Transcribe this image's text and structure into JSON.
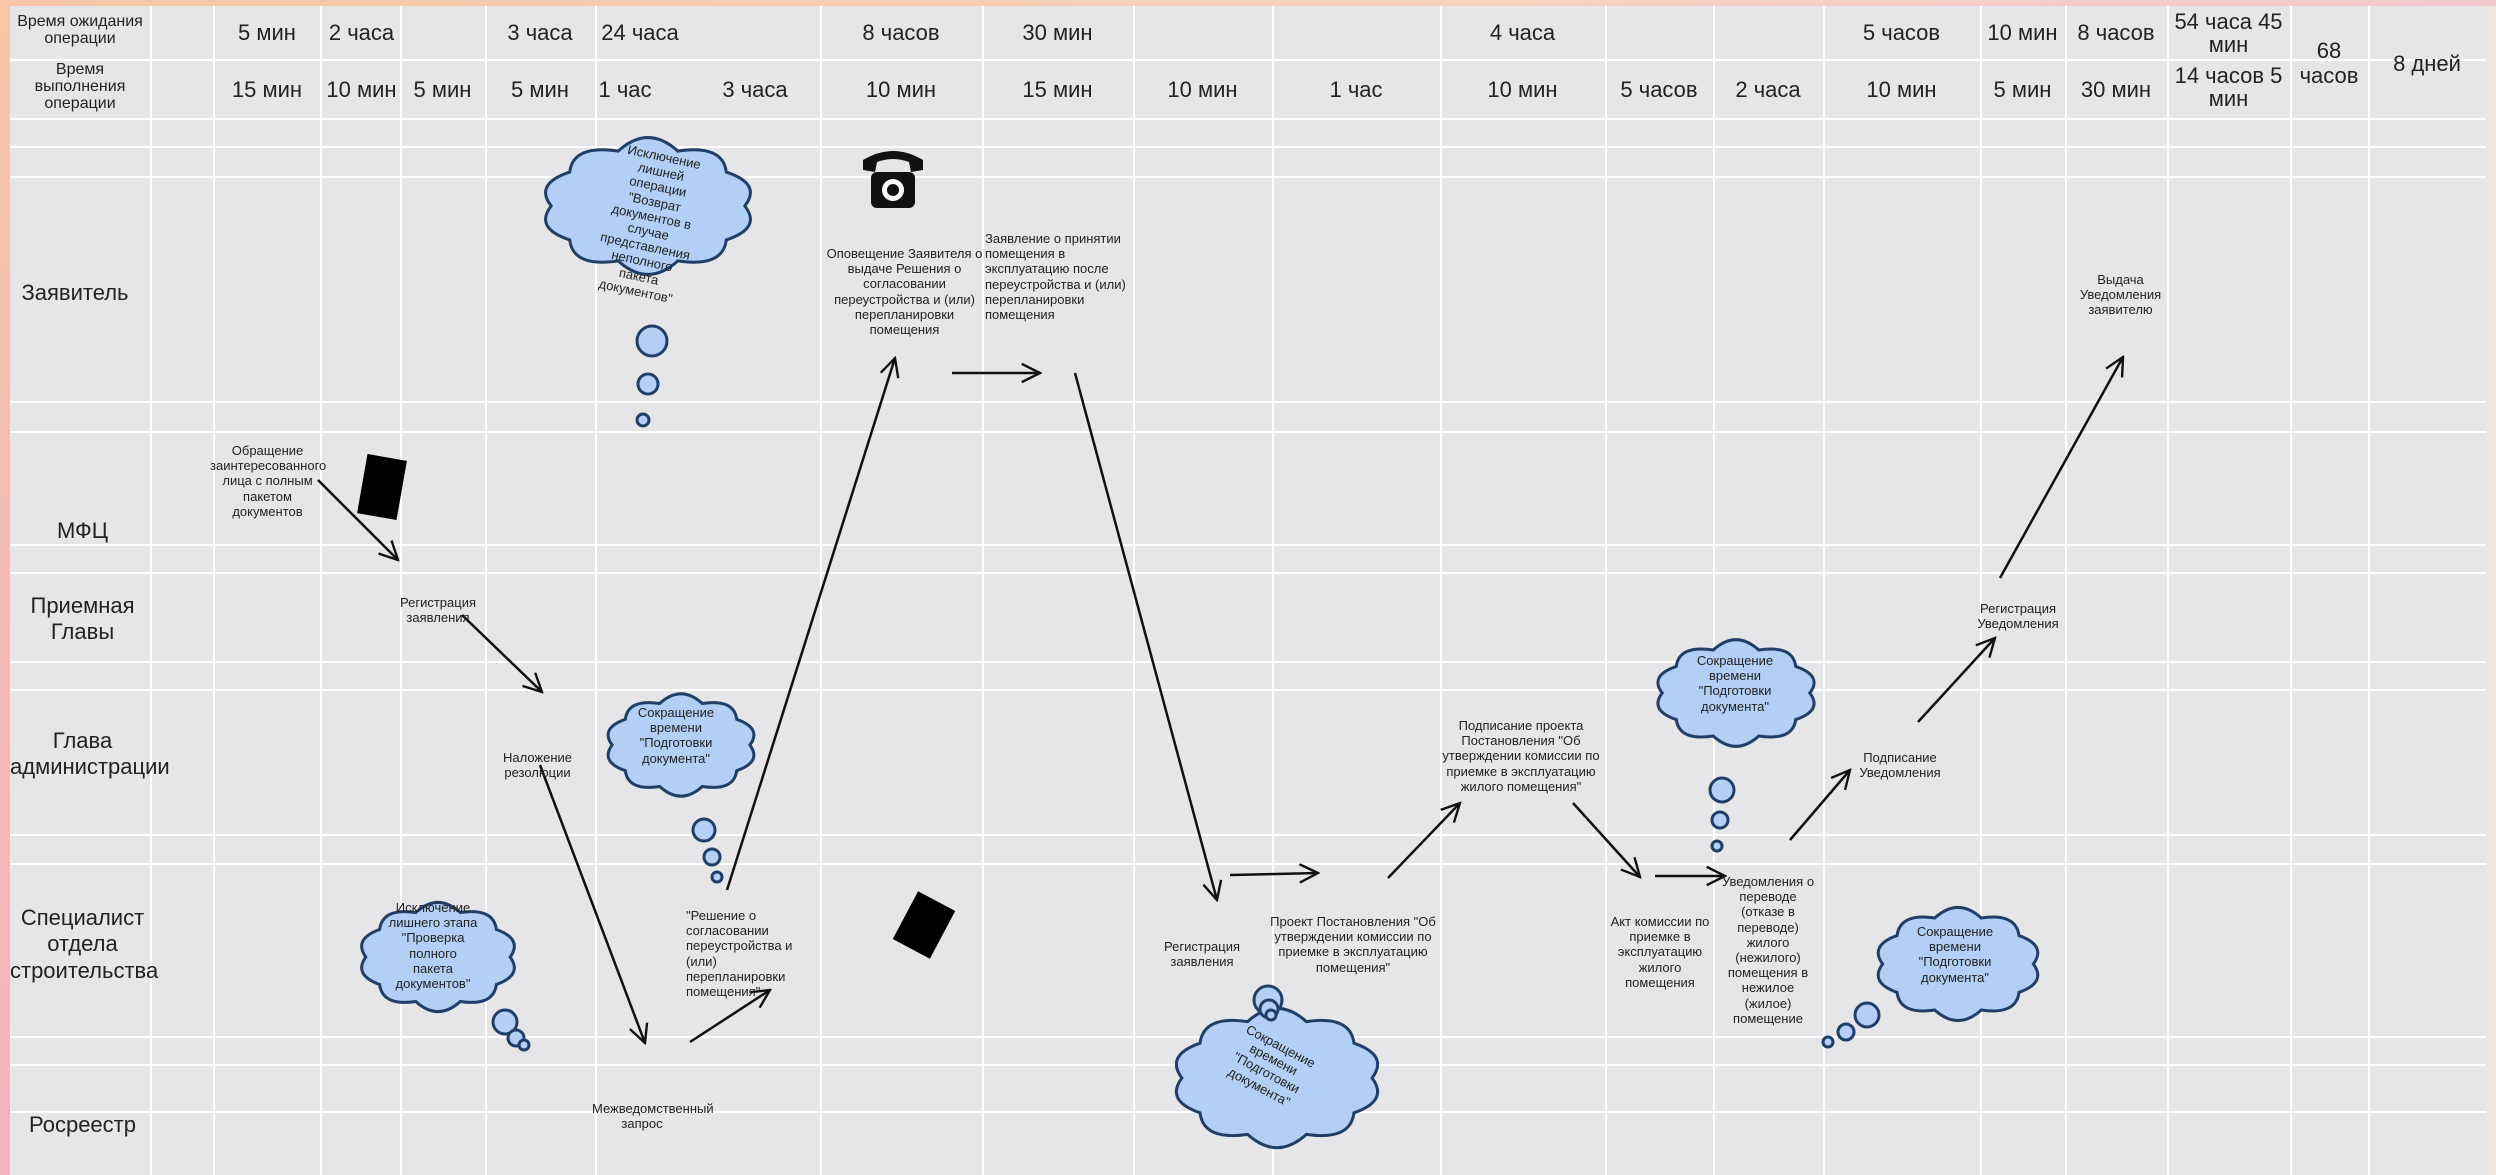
{
  "header": {
    "wait_label": "Время ожидания операции",
    "exec_label": "Время выполнения операции",
    "wait": [
      "5 мин",
      "2 часа",
      "3 часа",
      "24 часа",
      "8 часов",
      "30 мин",
      "4 часа",
      "5 часов",
      "10 мин",
      "8 часов",
      "54 часа 45 мин"
    ],
    "exec": [
      "15 мин",
      "10 мин",
      "5 мин",
      "5 мин",
      "1 час",
      "3 часа",
      "10 мин",
      "15 мин",
      "10 мин",
      "1 час",
      "10 мин",
      "5 часов",
      "2 часа",
      "10 мин",
      "5 мин",
      "30 мин",
      "14 часов 5 мин"
    ],
    "total_hours": "68 часов",
    "total_days": "8 дней"
  },
  "lanes": {
    "applicant": "Заявитель",
    "mfc": "МФЦ",
    "reception": "Приемная Главы",
    "head": "Глава администрации",
    "specialist": "Специалист отдела строительства",
    "rosreestr": "Росреестр"
  },
  "steps": {
    "appeal": "Обращение заинтересованного лица с полным пакетом документов",
    "registration": "Регистрация заявления",
    "resolution": "Наложение резолюции",
    "interagency": "Межведомственный запрос",
    "decision": "\"Решение о согласовании переустройства и (или) перепланировки помещения\"",
    "notify": "Оповещение Заявителя о выдаче Решения о согласовании переустройства и (или) перепланировки помещения",
    "application_accept": "Заявление о принятии помещения в эксплуатацию после переустройства и (или) перепланировки помещения",
    "registration2": "Регистрация заявления",
    "project": "Проект Постановления \"Об утверждении комиссии по приемке в эксплуатацию помещения\"",
    "signing": "Подписание проекта Постановления \"Об утверждении комиссии по приемке в эксплуатацию жилого помещения\"",
    "act": "Акт комиссии по приемке в эксплуатацию жилого помещения",
    "notices": "Уведомления о переводе (отказе в переводе) жилого (нежилого) помещения в нежилое (жилое) помещение",
    "sign_notice": "Подписание Уведомления",
    "reg_notice": "Регистрация Уведомления",
    "issue_notice": "Выдача Уведомления заявителю"
  },
  "clouds": {
    "c1": "Исключение лишней операции \"Возврат документов в случае представления неполного пакета документов\"",
    "c2": "Сокращение времени \"Подготовки документа\"",
    "c3": "Исключение лишнего этапа \"Проверка полного пакета документов\"",
    "c4": "Сокращение времени \"Подготовки документа\"",
    "c5": "Сокращение времени \"Подготовки документа\"",
    "c6": "Сокращение времени \"Подготовки документа\""
  },
  "icons": {
    "phone": "telephone-icon",
    "doc1": "document-icon",
    "doc2": "document-icon"
  },
  "colors": {
    "cloud_fill": "#b3cff5",
    "cloud_stroke": "#1f3f66",
    "grid_bg": "#e6e6e8",
    "grid_lines": "#ffffff"
  }
}
